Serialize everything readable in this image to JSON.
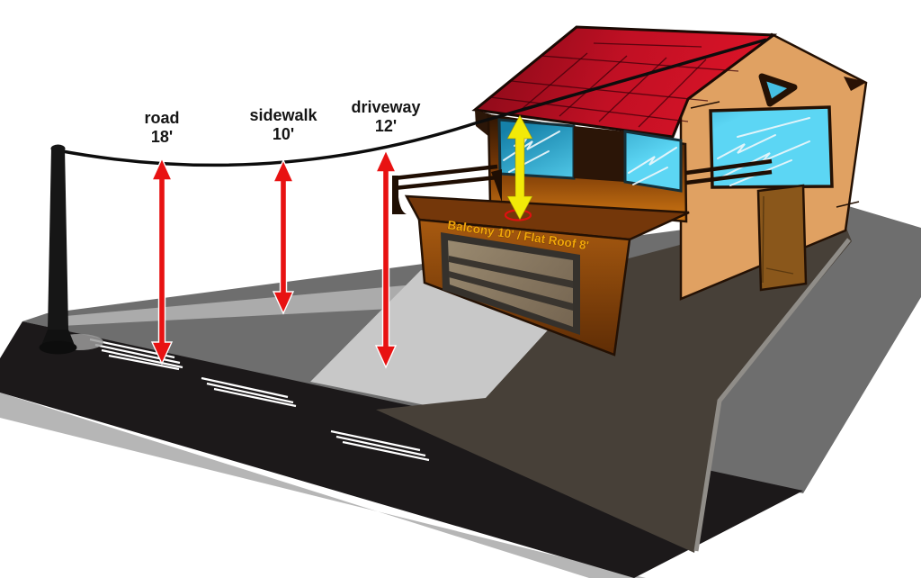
{
  "diagram": {
    "clearances": [
      {
        "surface": "road",
        "height": "18'"
      },
      {
        "surface": "sidewalk",
        "height": "10'"
      },
      {
        "surface": "driveway",
        "height": "12'"
      }
    ],
    "balcony_label": "Balcony 10'  /  Flat Roof 8'",
    "colors": {
      "arrow_red": "#e81212",
      "arrow_yellow": "#f2ea08",
      "roof_red": "#c70f22",
      "wall_orange": "#a8550e",
      "window_cyan": "#45bce0",
      "gable_tan": "#e0a162",
      "road_dark": "#1c191a",
      "label_gold": "#f0a60a"
    }
  }
}
